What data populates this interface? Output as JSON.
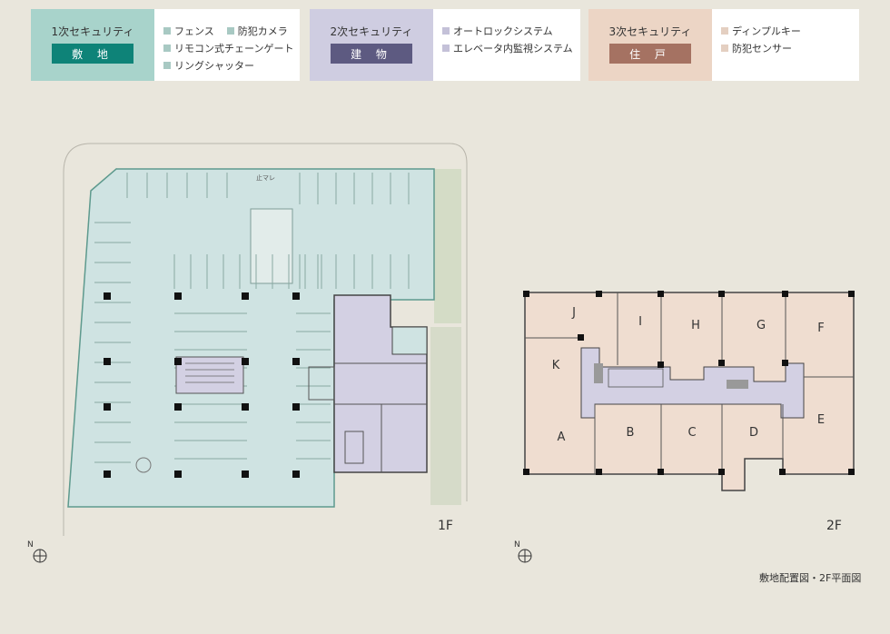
{
  "legend": [
    {
      "title": "1次セキュリティ",
      "badge": "敷 地",
      "items": [
        "フェンス",
        "防犯カメラ",
        "リモコン式チェーンゲート",
        "リングシャッター"
      ]
    },
    {
      "title": "2次セキュリティ",
      "badge": "建 物",
      "items": [
        "オートロックシステム",
        "エレベータ内監視システム"
      ]
    },
    {
      "title": "3次セキュリティ",
      "badge": "住 戸",
      "items": [
        "ディンプルキー",
        "防犯センサー"
      ]
    }
  ],
  "colors": {
    "zone1": "#cfe3e2",
    "zone2": "#d3d0e3",
    "zone3": "#efddd0",
    "badge1": "#0e8378",
    "badge2": "#5d5a81",
    "badge3": "#a57262",
    "background": "#e9e6dc"
  },
  "plan1": {
    "floor_label": "1F",
    "stop_mark": "止マレ",
    "north_label": "N"
  },
  "plan2": {
    "floor_label": "2F",
    "north_label": "N",
    "units": [
      "J",
      "I",
      "H",
      "G",
      "F",
      "K",
      "A",
      "B",
      "C",
      "D",
      "E"
    ]
  },
  "caption": "敷地配置図・2F平面図"
}
